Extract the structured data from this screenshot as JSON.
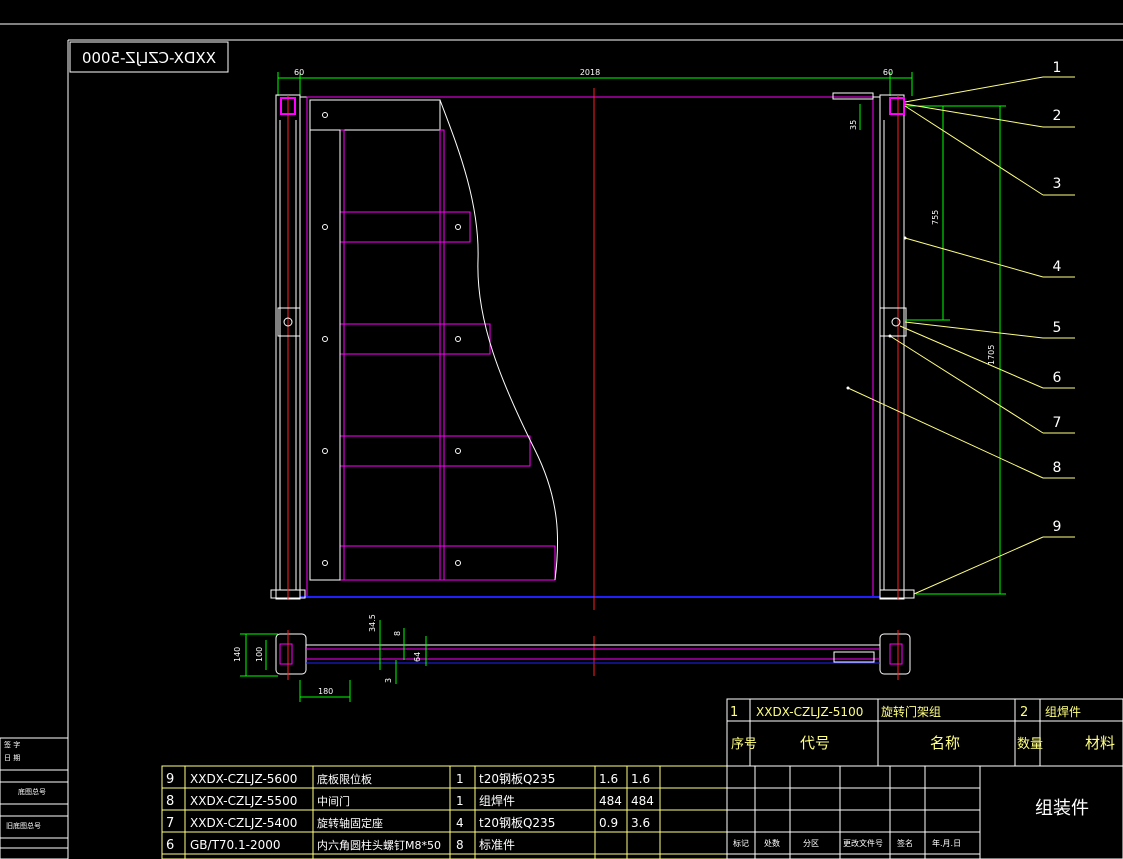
{
  "drawing": {
    "code_box": "XXDX-CZLJZ-5000",
    "dimensions": {
      "overall_width": "2018",
      "left_offset": "60",
      "right_offset": "60",
      "top_gap": "35",
      "hinge_spacing": "755",
      "overall_height": "1705",
      "section_height": "140",
      "section_inner": "100",
      "flange_offset": "34.5",
      "plate_8": "8",
      "plate_64": "64",
      "plate_3": "3",
      "hinge_base": "180"
    },
    "balloons": [
      "1",
      "2",
      "3",
      "4",
      "5",
      "6",
      "7",
      "8",
      "9"
    ]
  },
  "left_stamps": [
    "底图总号",
    "旧底图总号",
    "签  字",
    "日  期"
  ],
  "bom": {
    "top_row": {
      "no": "1",
      "code": "XXDX-CZLJZ-5100",
      "name": "旋转门架组",
      "qty": "2",
      "material": "组焊件"
    },
    "headers": {
      "no": "序号",
      "code": "代号",
      "name": "名称",
      "qty": "数量",
      "material": "材料"
    },
    "rows": [
      {
        "no": "9",
        "code": "XXDX-CZLJZ-5600",
        "name": "底板限位板",
        "qty": "1",
        "material": "t20钢板Q235",
        "unit": "1.6",
        "total": "1.6"
      },
      {
        "no": "8",
        "code": "XXDX-CZLJZ-5500",
        "name": "中间门",
        "qty": "1",
        "material": "组焊件",
        "unit": "484",
        "total": "484"
      },
      {
        "no": "7",
        "code": "XXDX-CZLJZ-5400",
        "name": "旋转轴固定座",
        "qty": "4",
        "material": "t20钢板Q235",
        "unit": "0.9",
        "total": "3.6"
      },
      {
        "no": "6",
        "code": "GB/T70.1-2000",
        "name": "内六角圆柱头螺钉M8*50",
        "qty": "8",
        "material": "标准件",
        "unit": "",
        "total": ""
      }
    ]
  },
  "title_block": {
    "signoff_labels": [
      "标记",
      "处数",
      "分区",
      "更改文件号",
      "签名",
      "年.月.日"
    ],
    "assembly_label": "组装件"
  },
  "colors": {
    "line": "#ffffff",
    "frame_yellow": "#ffff80",
    "center_red": "#ff2020",
    "magenta": "#ff00ff",
    "dim_green": "#00ff00",
    "blue": "#2020ff"
  }
}
